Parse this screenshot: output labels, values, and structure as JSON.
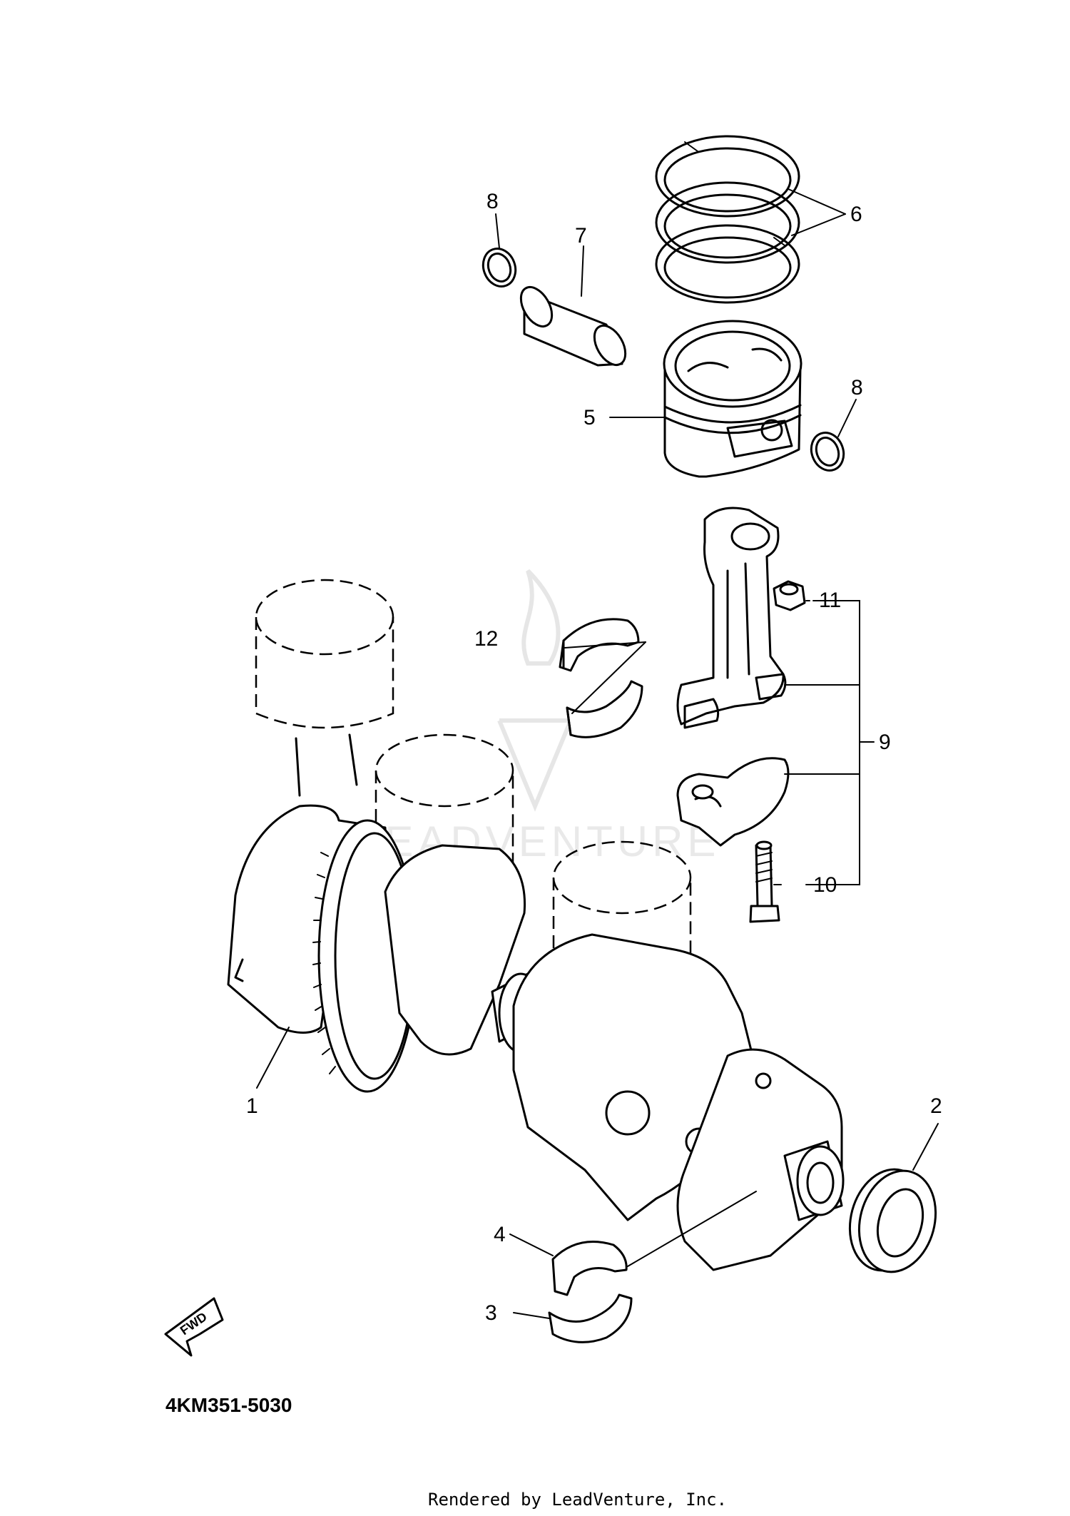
{
  "diagram": {
    "code": "4KM351-5030",
    "credit": "Rendered by LeadVenture, Inc.",
    "watermark": "LEADVENTURE",
    "fwd_label": "FWD"
  },
  "callouts": [
    {
      "id": "1",
      "label": "1"
    },
    {
      "id": "2",
      "label": "2"
    },
    {
      "id": "3",
      "label": "3"
    },
    {
      "id": "4",
      "label": "4"
    },
    {
      "id": "5",
      "label": "5"
    },
    {
      "id": "6",
      "label": "6"
    },
    {
      "id": "7",
      "label": "7"
    },
    {
      "id": "8a",
      "label": "8"
    },
    {
      "id": "8b",
      "label": "8"
    },
    {
      "id": "9",
      "label": "9"
    },
    {
      "id": "10",
      "label": "10"
    },
    {
      "id": "11",
      "label": "11"
    },
    {
      "id": "12",
      "label": "12"
    }
  ]
}
